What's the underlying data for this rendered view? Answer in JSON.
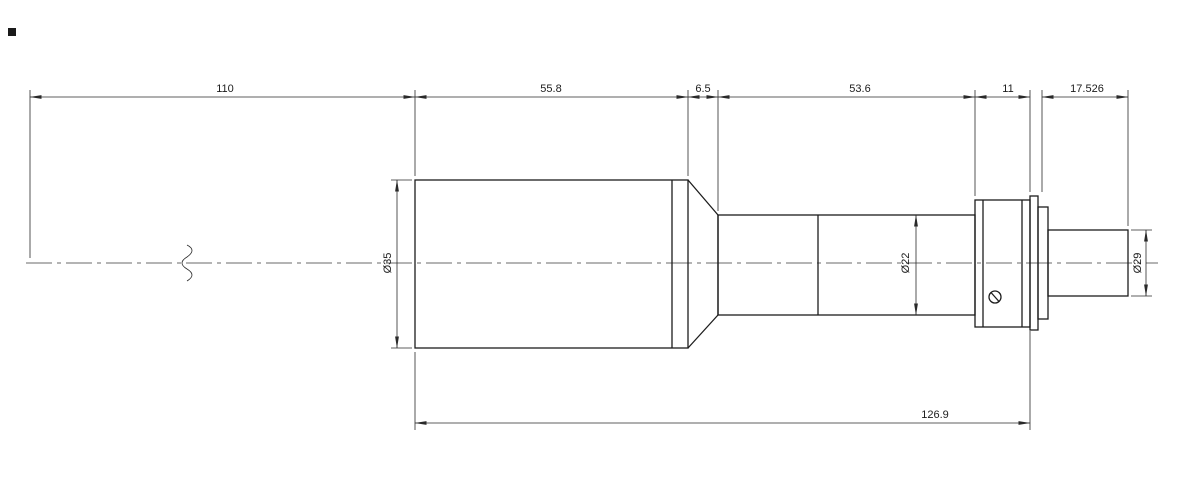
{
  "drawing": {
    "type": "lens-mechanical-drawing",
    "dims_top": [
      "110",
      "55.8",
      "6.5",
      "53.6",
      "11",
      "17.526"
    ],
    "dim_overall": "126.9",
    "dia_front": "Ø35",
    "dia_mid": "Ø22",
    "dia_rear": "Ø29",
    "colors": {
      "line": "#1c1c1c",
      "dim_line": "#2a2a2a",
      "background": "#ffffff"
    }
  }
}
